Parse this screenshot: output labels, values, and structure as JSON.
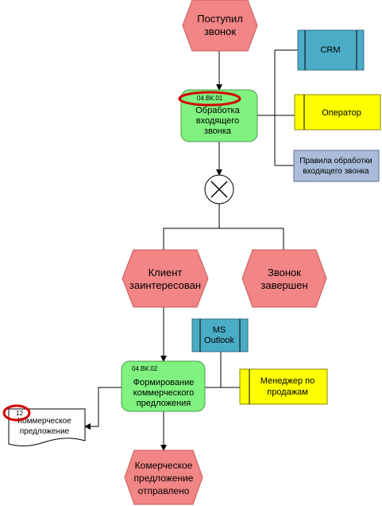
{
  "colors": {
    "event": "#f28585",
    "function": "#7ff27f",
    "system": "#4bacc6",
    "role": "#ffff00",
    "document_blue": "#a9bcd9",
    "highlight": "#d40000",
    "line": "#000000"
  },
  "events": {
    "call_received": {
      "line1": "Поступил",
      "line2": "звонок"
    },
    "client_interested": {
      "line1": "Клиент",
      "line2": "заинтересован"
    },
    "call_finished": {
      "line1": "Звонок",
      "line2": "завершен"
    },
    "offer_sent": {
      "line1": "Комерческое",
      "line2": "предложение",
      "line3": "отправлено"
    }
  },
  "functions": {
    "process_call": {
      "code": "04.ВК.01",
      "line1": "Обработка",
      "line2": "входящего",
      "line3": "звонка"
    },
    "form_offer": {
      "code": "04.ВК.02",
      "line1": "Формирование",
      "line2": "коммерческого",
      "line3": "предложения"
    }
  },
  "resources": {
    "crm": {
      "label": "CRM"
    },
    "operator": {
      "label": "Оператор"
    },
    "rules": {
      "line1": "Правила обработки",
      "line2": "входящего звонка"
    },
    "outlook": {
      "line1": "MS",
      "line2": "Outlook"
    },
    "manager": {
      "line1": "Менеджер по",
      "line2": "продажам"
    }
  },
  "document": {
    "number": "12",
    "line1": "Коммерческое",
    "line2": "предложение"
  },
  "connector": {
    "type": "XOR",
    "symbol": "×"
  }
}
